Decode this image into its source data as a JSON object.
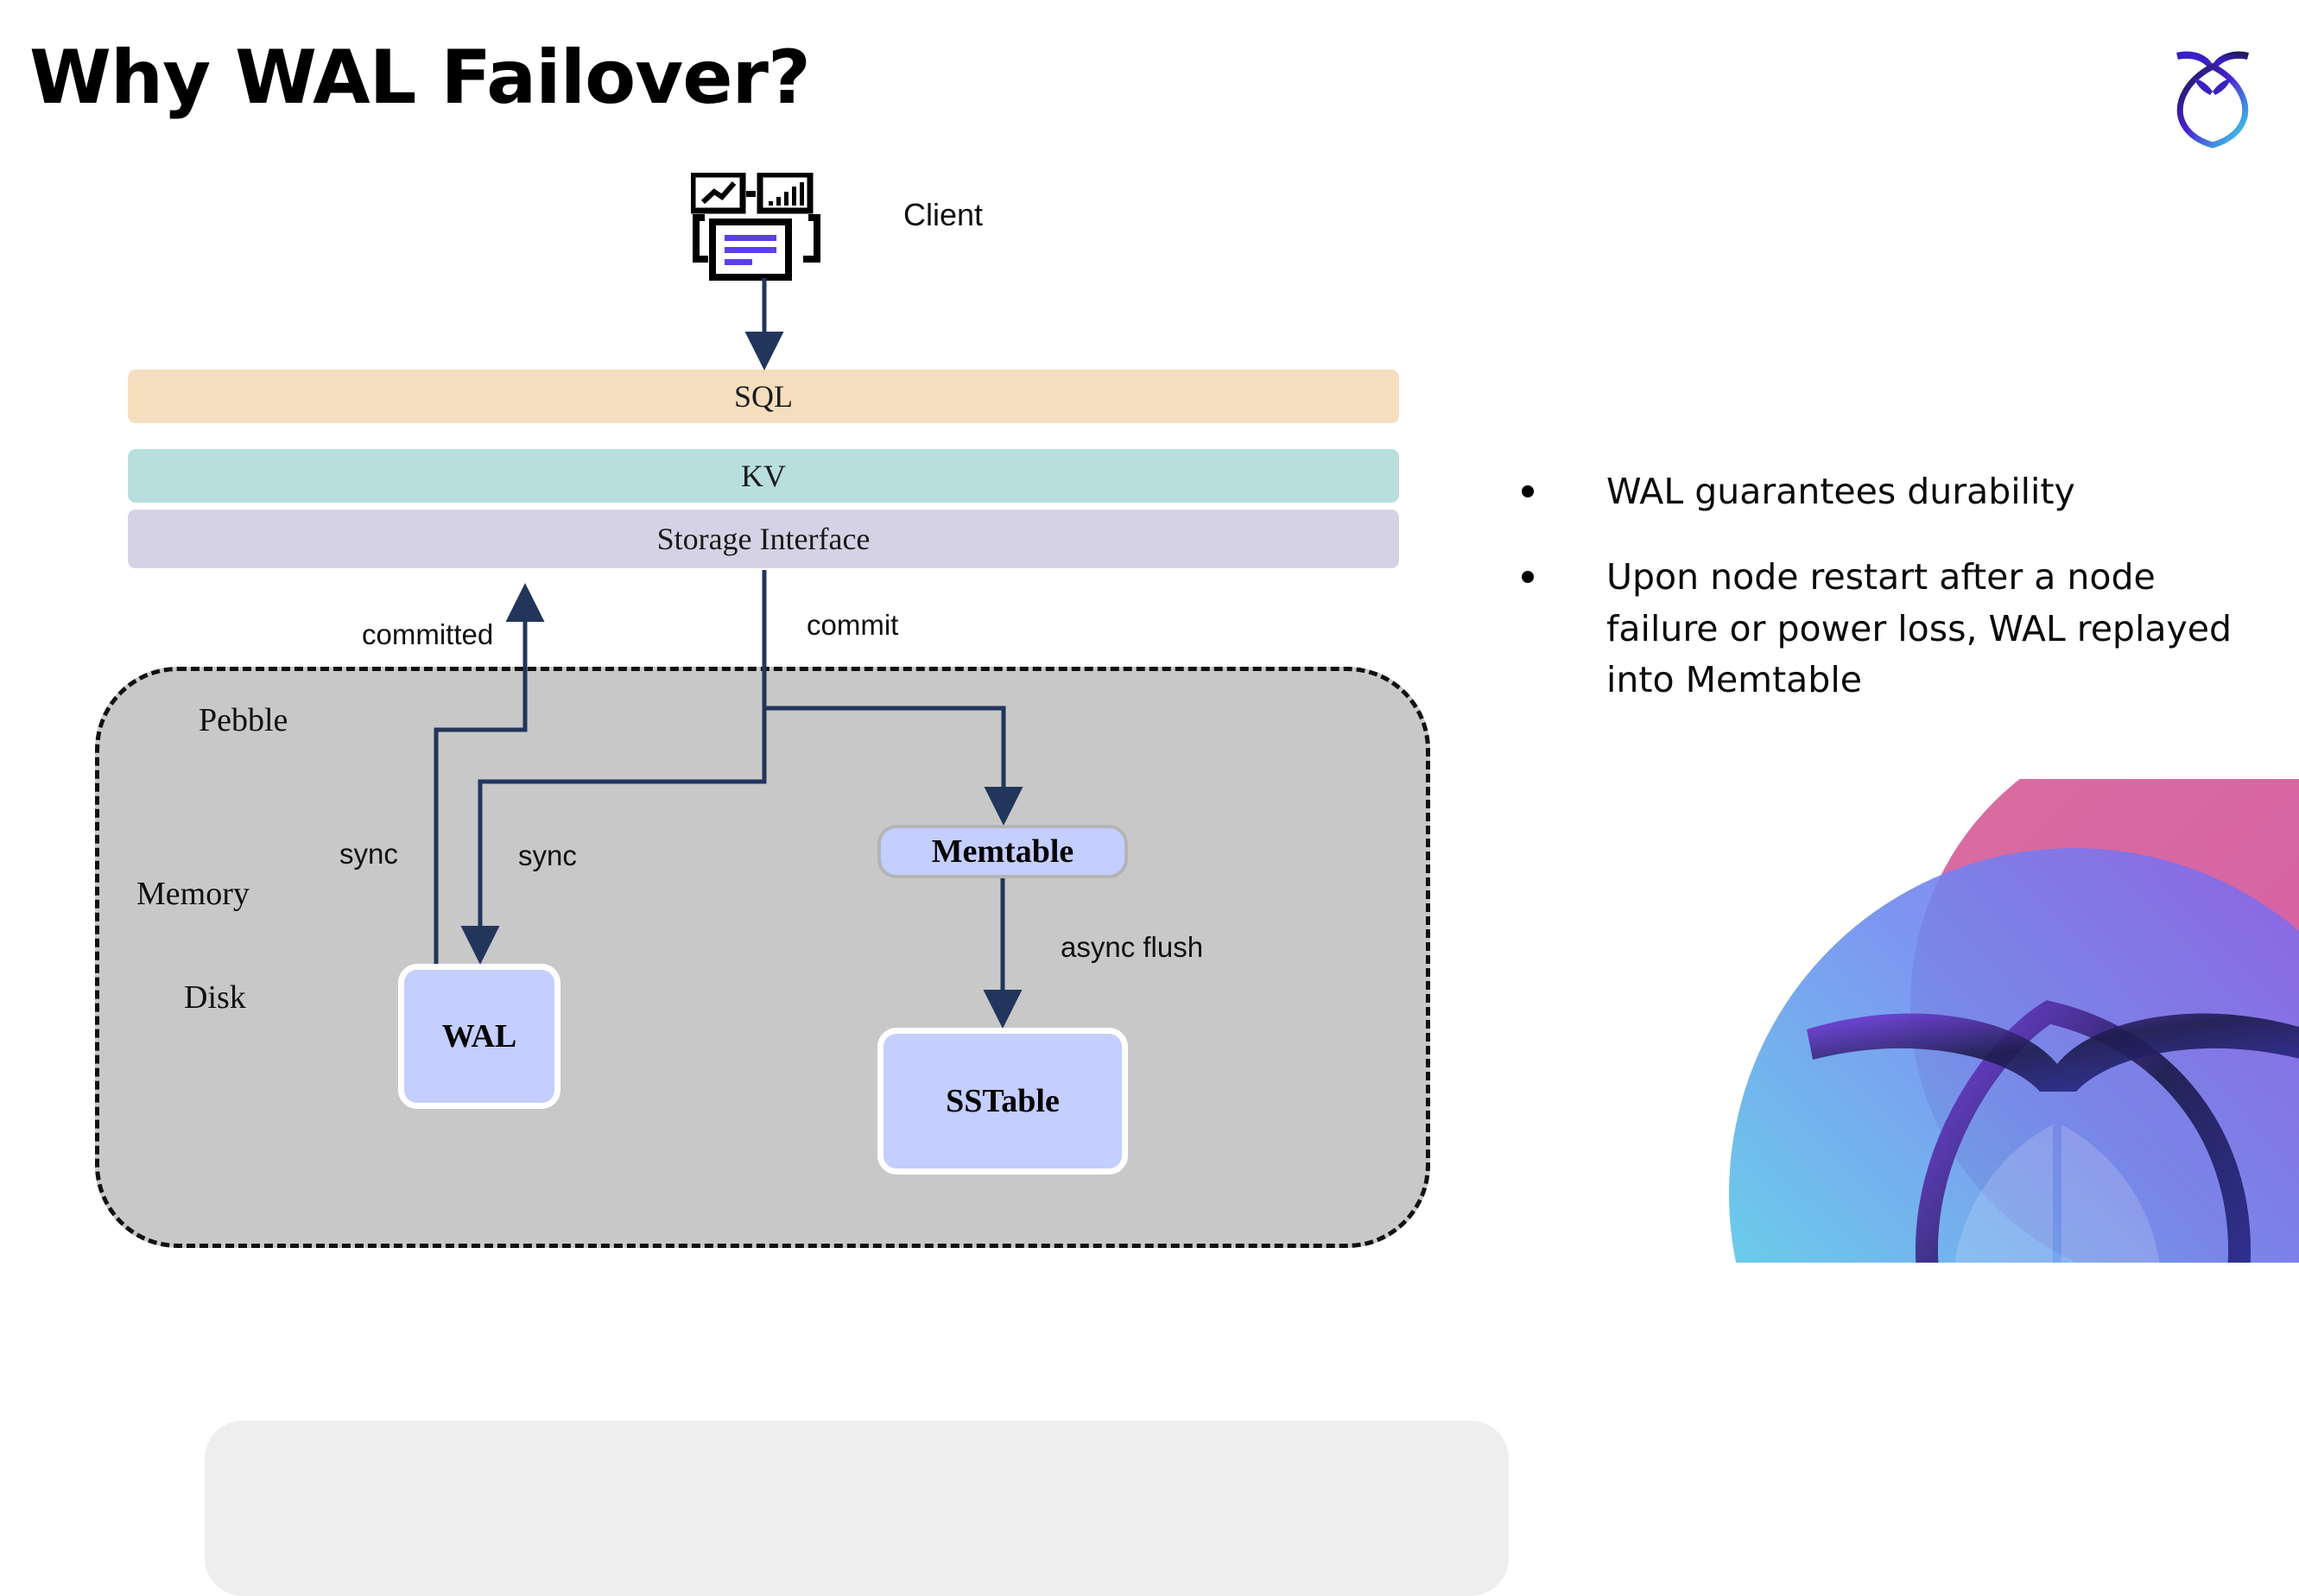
{
  "slide": {
    "title": "Why WAL Failover?"
  },
  "brand": {
    "logo_icon": "cockroach-leaf-logo-icon",
    "decor_icon": "cockroach-leaf-watermark-icon",
    "colors": {
      "logo_purple": "#4B1FD8",
      "logo_cyan": "#3BE3E8",
      "logo_navy": "#12143C",
      "decor_pink": "#D4558F",
      "decor_magenta": "#C93C99",
      "decor_cyan": "#4FE8E4",
      "decor_blue": "#5B8FE8"
    }
  },
  "diagram": {
    "client": {
      "label": "Client",
      "icon": "client-dashboard-icon",
      "accent_color": "#5B3FE8"
    },
    "layers": [
      {
        "id": "sql",
        "label": "SQL",
        "color": "#F5DEBE"
      },
      {
        "id": "kv",
        "label": "KV",
        "color": "#B8DEDE"
      },
      {
        "id": "storage_interface",
        "label": "Storage Interface",
        "color": "#D6D2E5"
      }
    ],
    "container": {
      "label": "Pebble",
      "fill": "#C8C8C8",
      "border_style": "dashed"
    },
    "regions": [
      {
        "id": "memory",
        "label": "Memory",
        "fill": "#EEEEEE"
      },
      {
        "id": "disk",
        "label": "Disk",
        "fill": "#C8C8C8"
      }
    ],
    "nodes": [
      {
        "id": "memtable",
        "label": "Memtable",
        "fill": "#C4CEFF",
        "border": "#B4B4B4"
      },
      {
        "id": "wal",
        "label": "WAL",
        "fill": "#C4CEFF",
        "border": "#FFFFFF"
      },
      {
        "id": "sstable",
        "label": "SSTable",
        "fill": "#C4CEFF",
        "border": "#FFFFFF"
      }
    ],
    "edges": [
      {
        "id": "client_to_sql",
        "label": ""
      },
      {
        "id": "wal_to_storage",
        "label": "committed"
      },
      {
        "id": "storage_to_memtable",
        "label": "commit"
      },
      {
        "id": "sync_left",
        "label": "sync"
      },
      {
        "id": "sync_right",
        "label": "sync"
      },
      {
        "id": "memtable_to_sstable",
        "label": "async flush"
      }
    ],
    "edge_color": "#233css"
  },
  "bullets": [
    "WAL guarantees durability",
    "Upon node restart after a node failure or power loss, WAL replayed into Memtable"
  ]
}
